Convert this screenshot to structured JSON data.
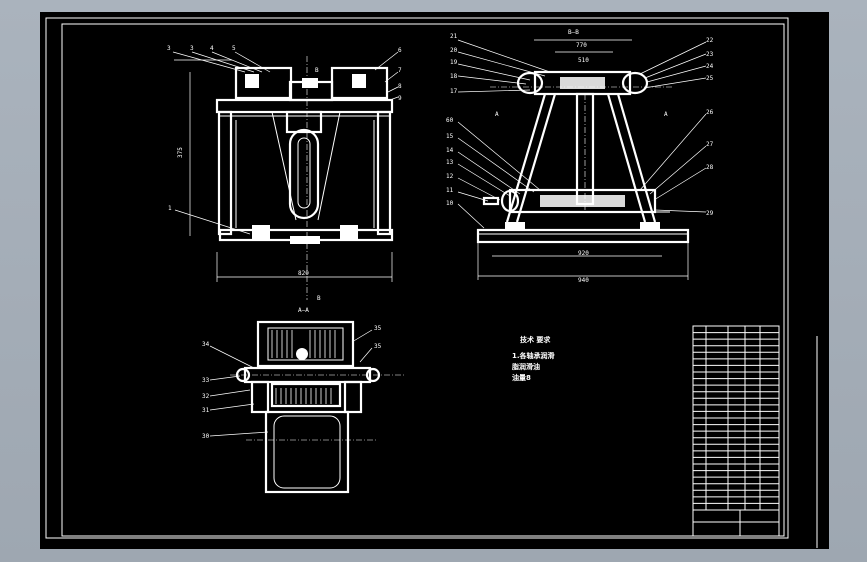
{
  "view_labels": {
    "section_bb": "B–B",
    "section_aa": "A–A",
    "cut_b_top": "B",
    "cut_b_bottom": "B",
    "cut_a_left": "A",
    "cut_a_right": "A"
  },
  "dimensions": {
    "front_width": "820",
    "front_height": "375",
    "side_top": "770",
    "side_mid": "920",
    "side_base": "940",
    "side_top_inner": "510"
  },
  "part_numbers_front": [
    "3",
    "3",
    "4",
    "5",
    "6",
    "7",
    "8",
    "9",
    "1"
  ],
  "part_numbers_side": [
    "21",
    "20",
    "19",
    "18",
    "17",
    "60",
    "15",
    "14",
    "13",
    "12",
    "11",
    "10",
    "22",
    "23",
    "24",
    "25",
    "26",
    "27",
    "28",
    "29"
  ],
  "part_numbers_detail": [
    "34",
    "33",
    "32",
    "31",
    "30",
    "35",
    "35"
  ],
  "tech_requirements": {
    "title": "技术 要求",
    "lines": [
      "1.各轴承润滑",
      "脂润滑油",
      "油量8"
    ]
  },
  "title_block": {
    "rows": 28
  }
}
